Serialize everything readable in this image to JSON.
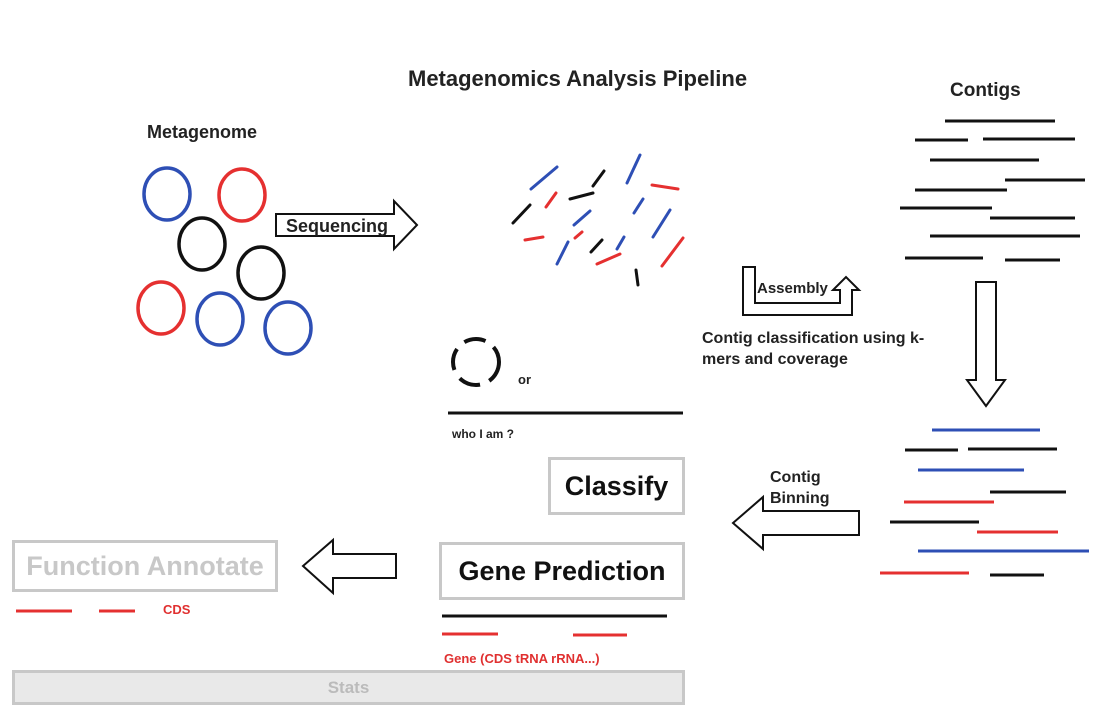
{
  "title": "Metagenomics Analysis Pipeline",
  "metagenome_label": "Metagenome",
  "sequencing_label": "Sequencing",
  "contigs_label": "Contigs",
  "assembly_label": "Assembly",
  "classification_label": "Contig classification using k-mers and coverage",
  "or_label": "or",
  "who_label": "who I am ?",
  "classify_label": "Classify",
  "binning_label": "Contig Binning",
  "gene_prediction_label": "Gene Prediction",
  "function_annotate_label": "Function Annotate",
  "cds_label": "CDS",
  "gene_label": "Gene (CDS tRNA rRNA...)",
  "stats_label": "Stats",
  "colors": {
    "red": "#e53030",
    "blue": "#2e4fb5",
    "black": "#111111",
    "box_border": "#c8c8c8",
    "faded_text": "#c8c8c8",
    "stats_fill": "#e9e9e9"
  },
  "icons": [
    "sequencing-arrow-icon",
    "assembly-u-arrow-icon",
    "down-arrow-icon",
    "left-arrow-icon",
    "broken-circle-icon"
  ]
}
